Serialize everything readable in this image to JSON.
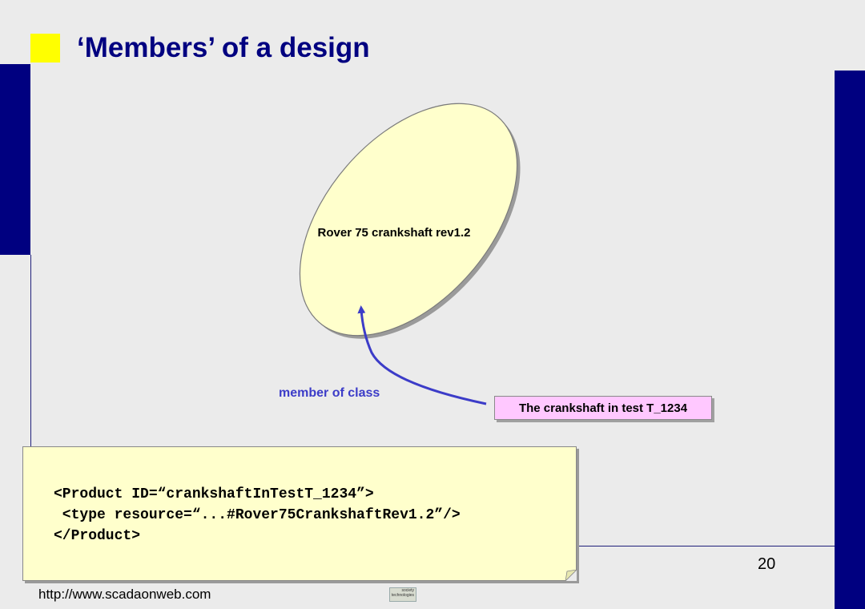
{
  "slide": {
    "title": "‘Members’ of a design",
    "page_number": "20",
    "url": "http://www.scadaonweb.com"
  },
  "diagram": {
    "class_node": {
      "label": "Rover 75 crankshaft rev1.2",
      "fill": "#ffffcc"
    },
    "instance_node": {
      "label": "The crankshaft in test T_1234",
      "fill": "#ffc8ff"
    },
    "relation": {
      "label": "member of class",
      "color": "#3c3cc8"
    }
  },
  "code": {
    "lines": [
      "<Product ID=“crankshaftInTestT_1234”>",
      " <type resource=“...#Rover75CrankshaftRev1.2”/>",
      "</Product>"
    ]
  },
  "logo": {
    "lines": [
      "society",
      "technologies"
    ]
  },
  "colors": {
    "navy": "#000080",
    "accent_yellow": "#ffff00",
    "background": "#ebebeb"
  }
}
